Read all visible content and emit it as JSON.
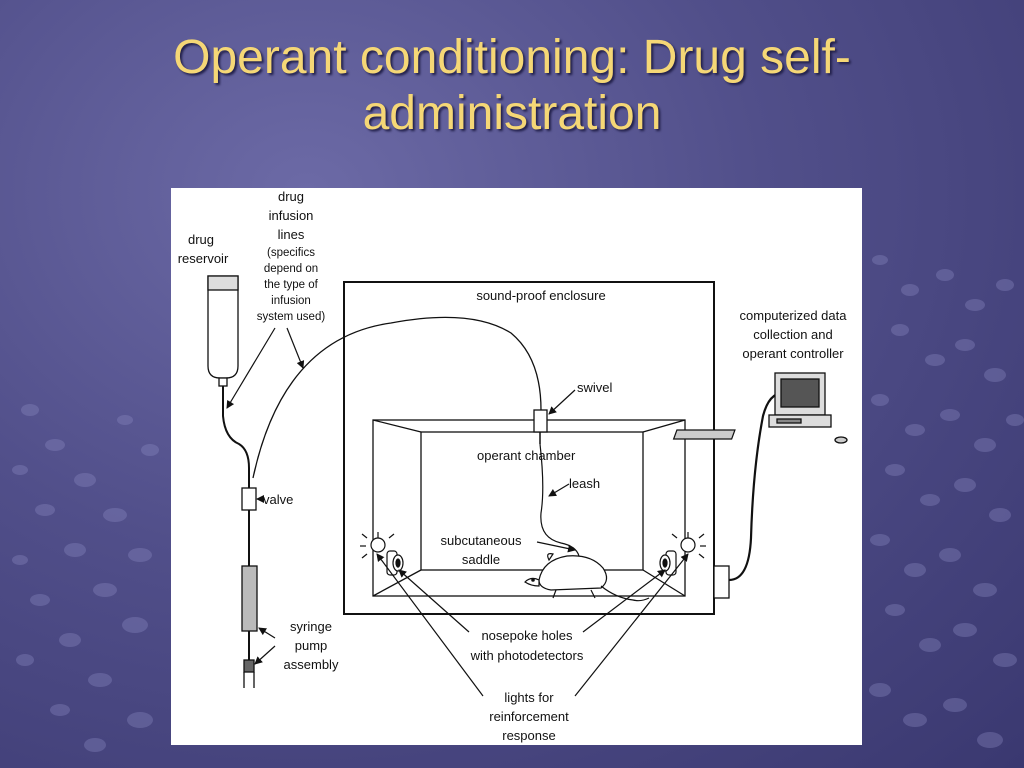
{
  "slide": {
    "title_line1": "Operant conditioning: Drug self-",
    "title_line2": "administration"
  },
  "diagram": {
    "labels": {
      "drug_infusion_lines_1": "drug",
      "drug_infusion_lines_2": "infusion",
      "drug_infusion_lines_3": "lines",
      "specifics_1": "(specifics",
      "specifics_2": "depend on",
      "specifics_3": "the type of",
      "specifics_4": "infusion",
      "specifics_5": "system used)",
      "drug_reservoir_1": "drug",
      "drug_reservoir_2": "reservoir",
      "sound_proof_enclosure": "sound-proof enclosure",
      "computerized_1": "computerized data",
      "computerized_2": "collection and",
      "computerized_3": "operant controller",
      "swivel": "swivel",
      "operant_chamber": "operant  chamber",
      "leash": "leash",
      "valve": "valve",
      "subcutaneous_1": "subcutaneous",
      "subcutaneous_2": "saddle",
      "syringe_1": "syringe",
      "syringe_2": "pump",
      "syringe_3": "assembly",
      "nosepoke_1": "nosepoke holes",
      "nosepoke_2": "with photodetectors",
      "lights_1": "lights for",
      "lights_2": "reinforcement",
      "lights_3": "response"
    }
  }
}
